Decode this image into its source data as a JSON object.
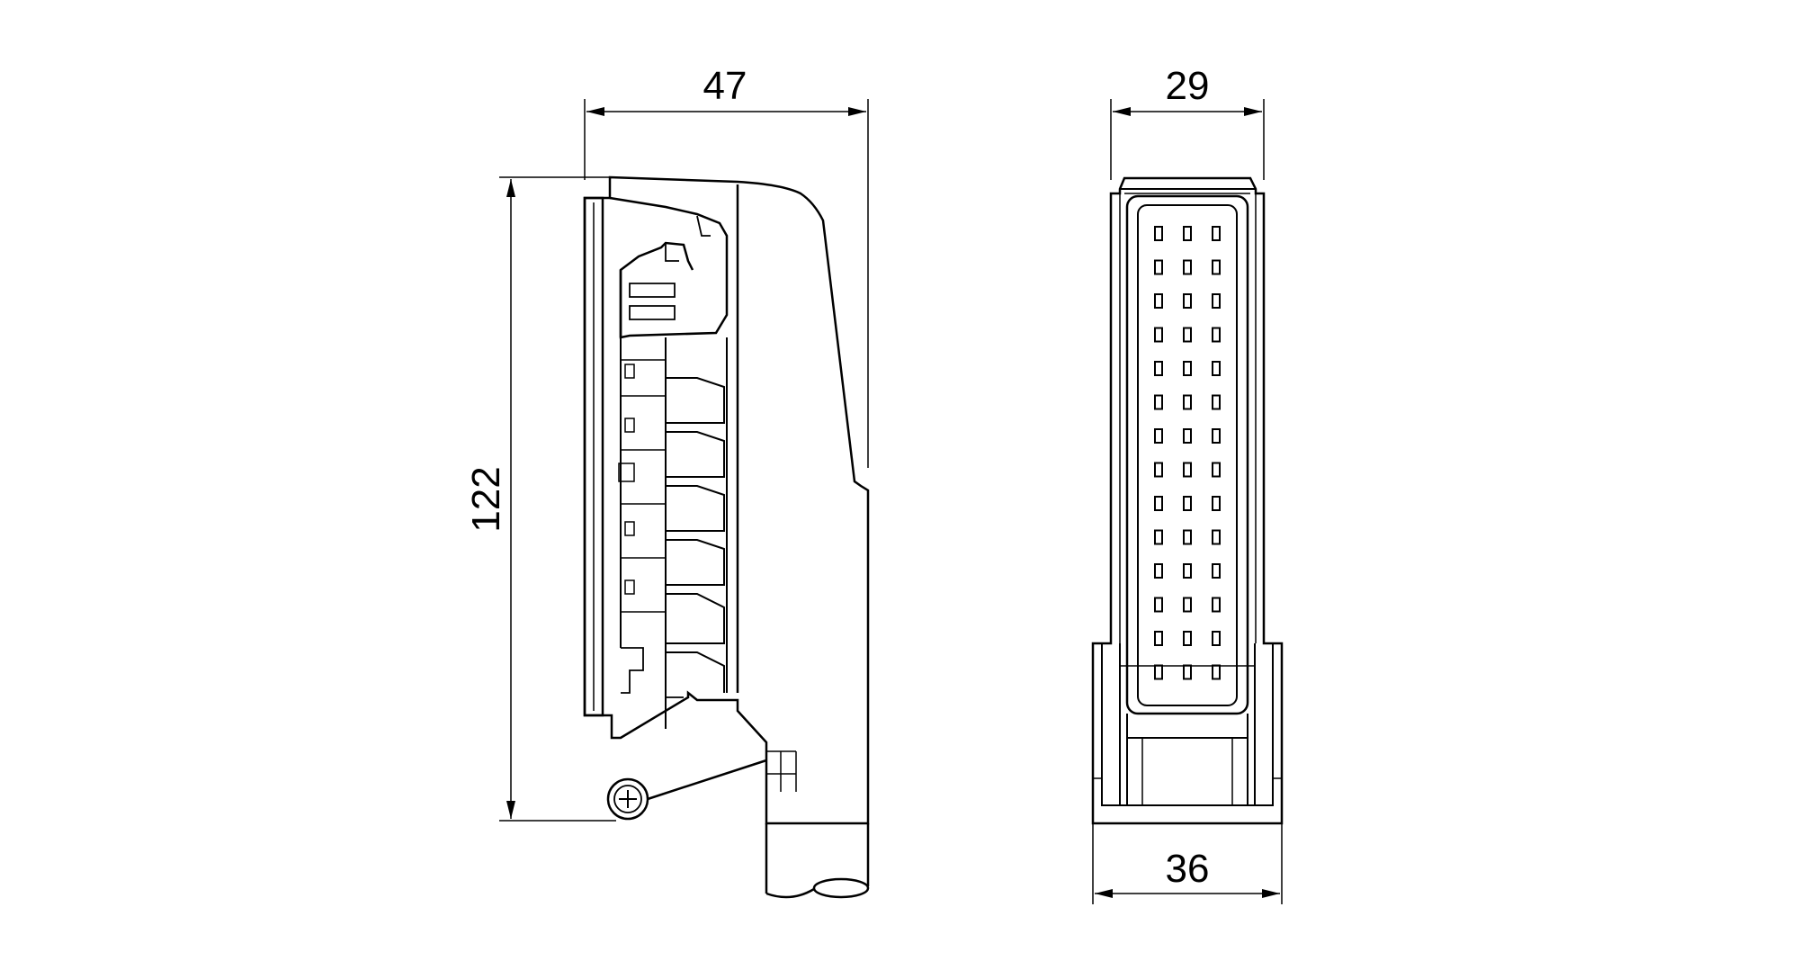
{
  "colors": {
    "stroke": "#000000",
    "background": "#ffffff"
  },
  "dimensions": {
    "side_width": "47",
    "side_height": "122",
    "front_top_width": "29",
    "front_bottom_width": "36"
  },
  "front_view": {
    "contact_columns": 3,
    "contacts_per_column": 14
  }
}
